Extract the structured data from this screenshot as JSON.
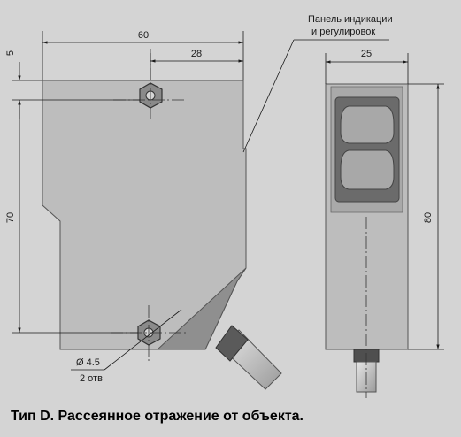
{
  "callout": {
    "line1": "Панель индикации",
    "line2": "и регулировок"
  },
  "dimensions": {
    "overall_width": "60",
    "hole_offset": "28",
    "top_offset": "5",
    "height": "70",
    "side_width": "25",
    "side_height": "80",
    "hole_diameter": "Ø 4.5",
    "hole_count": "2 отв"
  },
  "caption": "Тип D. Рассеянное отражение от объекта.",
  "colors": {
    "background": "#d4d4d4",
    "housing": "#bdbdbd",
    "housing_dark": "#8f8f8f",
    "lens_window": "#6b6b6b",
    "lens": "#a8a8a8"
  }
}
